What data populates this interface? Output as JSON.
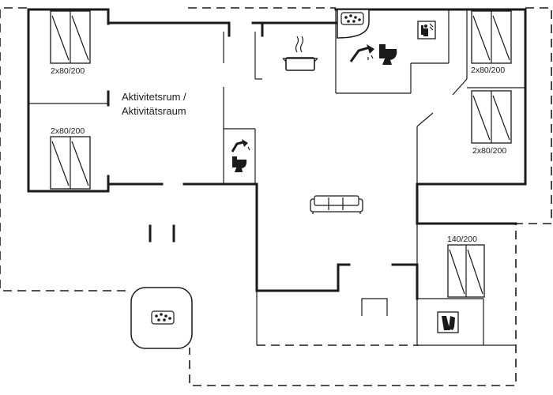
{
  "rooms": {
    "activity_room_line1": "Aktivitetsrum /",
    "activity_room_line2": "Aktivitätsraum"
  },
  "beds": {
    "top_left": "2x80/200",
    "mid_left": "2x80/200",
    "top_right": "2x80/200",
    "mid_right": "2x80/200",
    "bottom_right": "140/200"
  },
  "icons": {
    "stove": "pot-icon",
    "whirlpool_top": "whirlpool-icon",
    "whirlpool_outdoor": "whirlpool-icon",
    "shower": "shower-icon",
    "toilet": "toilet-icon",
    "sauna": "sauna-icon",
    "sofa": "sofa-icon",
    "boots": "boots-icon"
  }
}
